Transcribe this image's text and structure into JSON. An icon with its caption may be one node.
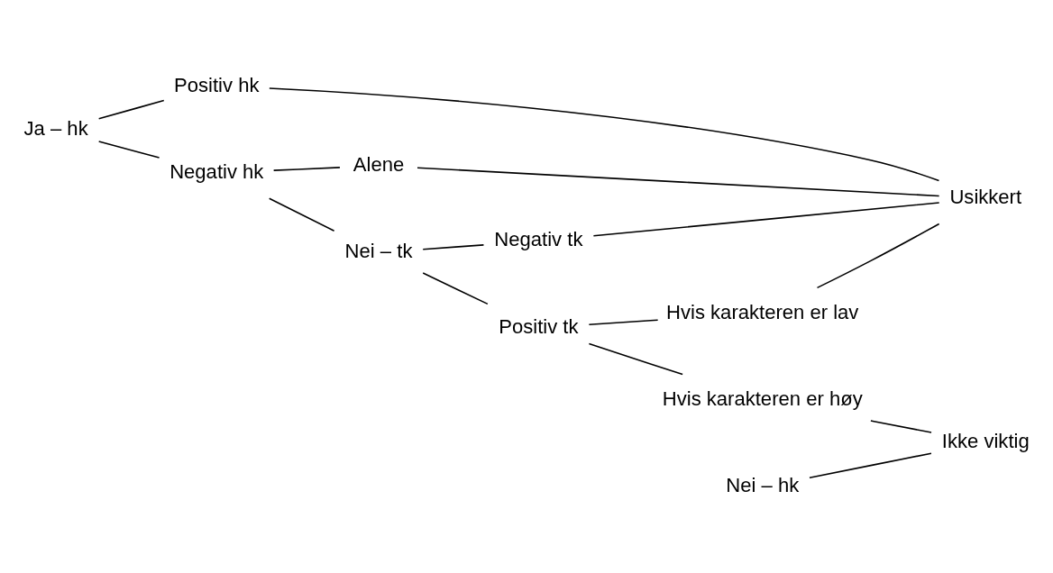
{
  "diagram": {
    "nodes": [
      {
        "text": [
          "Ja – hk"
        ]
      },
      {
        "text": [
          "Positiv hk"
        ]
      },
      {
        "text": [
          "Negativ hk"
        ]
      },
      {
        "text": [
          "Alene"
        ]
      },
      {
        "text": [
          "Nei – tk"
        ]
      },
      {
        "text": [
          "Negativ tk"
        ]
      },
      {
        "text": [
          "Positiv tk"
        ]
      },
      {
        "text": [
          "Hvis karakteren er lav"
        ]
      },
      {
        "text": [
          "Hvis karakteren er høy"
        ]
      },
      {
        "text": [
          "Usikkert"
        ]
      },
      {
        "text": [
          "Ikke viktig"
        ]
      },
      {
        "text": [
          "Nei – hk"
        ]
      }
    ],
    "edges": [
      {
        "from": 0,
        "to": 1,
        "arrow": "none"
      },
      {
        "from": 0,
        "to": 2,
        "arrow": "none"
      },
      {
        "from": 2,
        "to": 3,
        "arrow": "none"
      },
      {
        "from": 2,
        "to": 4,
        "arrow": "none"
      },
      {
        "from": 4,
        "to": 5,
        "arrow": "none"
      },
      {
        "from": 4,
        "to": 6,
        "arrow": "none"
      },
      {
        "from": 6,
        "to": 7,
        "arrow": "none"
      },
      {
        "from": 6,
        "to": 8,
        "arrow": "none"
      },
      {
        "from": 1,
        "to": 9,
        "arrow": "none"
      },
      {
        "from": 3,
        "to": 9,
        "arrow": "none"
      },
      {
        "from": 5,
        "to": 9,
        "arrow": "none"
      },
      {
        "from": 7,
        "to": 9,
        "arrow": "none"
      },
      {
        "from": 8,
        "to": 10,
        "arrow": "none"
      },
      {
        "from": 11,
        "to": 10,
        "arrow": "none"
      }
    ]
  }
}
